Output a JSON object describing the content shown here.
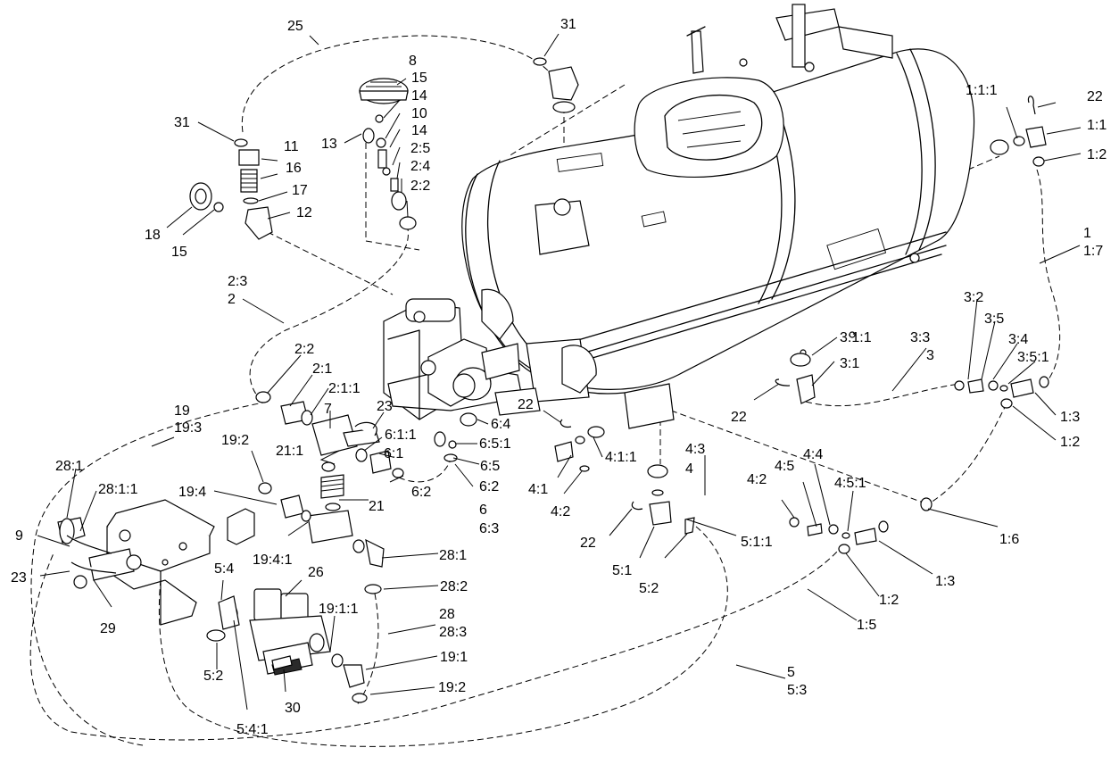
{
  "labels": [
    {
      "id": "l25",
      "text": "25"
    },
    {
      "id": "l31a",
      "text": "31"
    },
    {
      "id": "l8",
      "text": "8"
    },
    {
      "id": "l15a",
      "text": "15"
    },
    {
      "id": "l14a",
      "text": "14"
    },
    {
      "id": "l10",
      "text": "10"
    },
    {
      "id": "l14b",
      "text": "14"
    },
    {
      "id": "l2_5",
      "text": "2:5"
    },
    {
      "id": "l2_4",
      "text": "2:4"
    },
    {
      "id": "l2_2a",
      "text": "2:2"
    },
    {
      "id": "l13",
      "text": "13"
    },
    {
      "id": "l31b",
      "text": "31"
    },
    {
      "id": "l11",
      "text": "11"
    },
    {
      "id": "l16",
      "text": "16"
    },
    {
      "id": "l17",
      "text": "17"
    },
    {
      "id": "l12",
      "text": "12"
    },
    {
      "id": "l18",
      "text": "18"
    },
    {
      "id": "l15b",
      "text": "15"
    },
    {
      "id": "l2_3",
      "text": "2:3"
    },
    {
      "id": "l2",
      "text": "2"
    },
    {
      "id": "l1_1_1",
      "text": "1:1:1"
    },
    {
      "id": "l22a",
      "text": "22"
    },
    {
      "id": "l1_1",
      "text": "1:1"
    },
    {
      "id": "l1_2a",
      "text": "1:2"
    },
    {
      "id": "l1",
      "text": "1"
    },
    {
      "id": "l1_7",
      "text": "1:7"
    },
    {
      "id": "l3_2",
      "text": "3:2"
    },
    {
      "id": "l3_5",
      "text": "3:5"
    },
    {
      "id": "l3_4",
      "text": "3:4"
    },
    {
      "id": "l3_5_1",
      "text": "3:5:1"
    },
    {
      "id": "l3_3",
      "text": "3:3"
    },
    {
      "id": "l3",
      "text": "3"
    },
    {
      "id": "l3_1_1",
      "text": "3:1:1"
    },
    {
      "id": "l3_1",
      "text": "3:1"
    },
    {
      "id": "l22b",
      "text": "22"
    },
    {
      "id": "l1_3a",
      "text": "1:3"
    },
    {
      "id": "l1_2b",
      "text": "1:2"
    },
    {
      "id": "l2_2b",
      "text": "2:2"
    },
    {
      "id": "l2_1",
      "text": "2:1"
    },
    {
      "id": "l2_1_1",
      "text": "2:1:1"
    },
    {
      "id": "l7",
      "text": "7"
    },
    {
      "id": "l23a",
      "text": "23"
    },
    {
      "id": "l22c",
      "text": "22"
    },
    {
      "id": "l6_4",
      "text": "6:4"
    },
    {
      "id": "l6_5_1",
      "text": "6:5:1"
    },
    {
      "id": "l6_5",
      "text": "6:5"
    },
    {
      "id": "l6_1_1",
      "text": "6:1:1"
    },
    {
      "id": "l6_1",
      "text": "6:1"
    },
    {
      "id": "l4_1_1",
      "text": "4:1:1"
    },
    {
      "id": "l19",
      "text": "19"
    },
    {
      "id": "l19_3",
      "text": "19:3"
    },
    {
      "id": "l19_2a",
      "text": "19:2"
    },
    {
      "id": "l21_1",
      "text": "21:1"
    },
    {
      "id": "l6_2a",
      "text": "6:2"
    },
    {
      "id": "l6_2b",
      "text": "6:2"
    },
    {
      "id": "l6",
      "text": "6"
    },
    {
      "id": "l6_3",
      "text": "6:3"
    },
    {
      "id": "l4_3",
      "text": "4:3"
    },
    {
      "id": "l4",
      "text": "4"
    },
    {
      "id": "l4_1",
      "text": "4:1"
    },
    {
      "id": "l4_2a",
      "text": "4:2"
    },
    {
      "id": "l4_4",
      "text": "4:4"
    },
    {
      "id": "l4_2b",
      "text": "4:2"
    },
    {
      "id": "l4_5",
      "text": "4:5"
    },
    {
      "id": "l4_5_1",
      "text": "4:5:1"
    },
    {
      "id": "l1_6",
      "text": "1:6"
    },
    {
      "id": "l28_1a",
      "text": "28:1"
    },
    {
      "id": "l28_1_1",
      "text": "28:1:1"
    },
    {
      "id": "l19_4",
      "text": "19:4"
    },
    {
      "id": "l21",
      "text": "21"
    },
    {
      "id": "l5_1_1",
      "text": "5:1:1"
    },
    {
      "id": "l22d",
      "text": "22"
    },
    {
      "id": "l5_1",
      "text": "5:1"
    },
    {
      "id": "l5_2a",
      "text": "5:2"
    },
    {
      "id": "l1_3b",
      "text": "1:3"
    },
    {
      "id": "l9",
      "text": "9"
    },
    {
      "id": "l19_4_1",
      "text": "19:4:1"
    },
    {
      "id": "l28_1b",
      "text": "28:1"
    },
    {
      "id": "l23b",
      "text": "23"
    },
    {
      "id": "l5_4",
      "text": "5:4"
    },
    {
      "id": "l26",
      "text": "26"
    },
    {
      "id": "l28_2",
      "text": "28:2"
    },
    {
      "id": "l1_2c",
      "text": "1:2"
    },
    {
      "id": "l29",
      "text": "29"
    },
    {
      "id": "l28",
      "text": "28"
    },
    {
      "id": "l28_3",
      "text": "28:3"
    },
    {
      "id": "l1_5",
      "text": "1:5"
    },
    {
      "id": "l19_1_1",
      "text": "19:1:1"
    },
    {
      "id": "l19_1",
      "text": "19:1"
    },
    {
      "id": "l5_2b",
      "text": "5:2"
    },
    {
      "id": "l5",
      "text": "5"
    },
    {
      "id": "l5_3",
      "text": "5:3"
    },
    {
      "id": "l19_2b",
      "text": "19:2"
    },
    {
      "id": "l30",
      "text": "30"
    },
    {
      "id": "l5_4_1",
      "text": "5:4:1"
    }
  ]
}
